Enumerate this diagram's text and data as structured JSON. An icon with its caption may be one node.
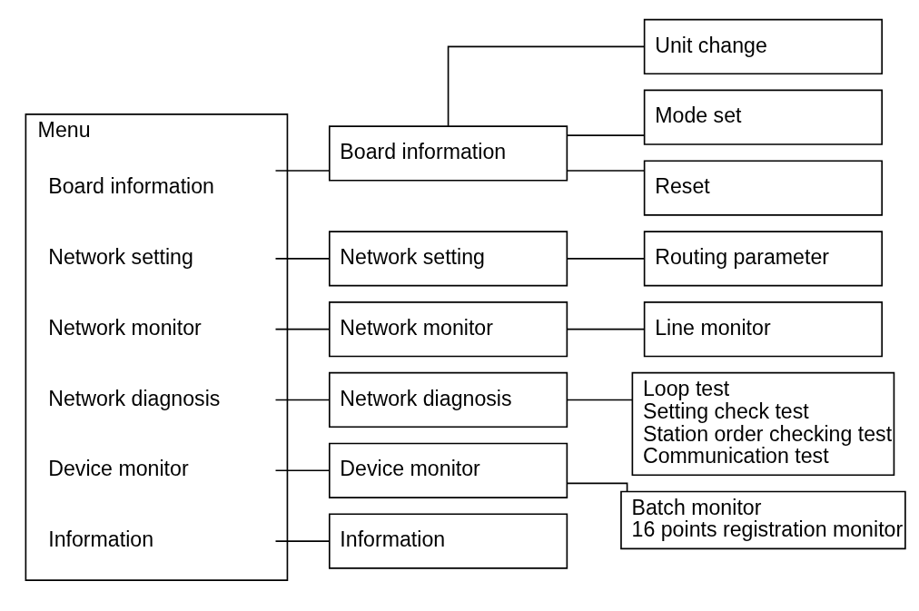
{
  "diagram": {
    "nodes": [
      {
        "text": [
          "Menu"
        ]
      },
      {
        "text": [
          "Board information"
        ],
        "in": 0
      },
      {
        "text": [
          "Network setting"
        ],
        "in": 0
      },
      {
        "text": [
          "Network monitor"
        ],
        "in": 0
      },
      {
        "text": [
          "Network diagnosis"
        ],
        "in": 0
      },
      {
        "text": [
          "Device monitor"
        ],
        "in": 0
      },
      {
        "text": [
          "Information"
        ],
        "in": 0
      },
      {
        "text": [
          "Board information"
        ]
      },
      {
        "text": [
          "Unit change"
        ]
      },
      {
        "text": [
          "Mode set"
        ]
      },
      {
        "text": [
          "Reset"
        ]
      },
      {
        "text": [
          "Network setting"
        ]
      },
      {
        "text": [
          "Routing parameter"
        ]
      },
      {
        "text": [
          "Network monitor"
        ]
      },
      {
        "text": [
          "Line monitor"
        ]
      },
      {
        "text": [
          "Network diagnosis"
        ]
      },
      {
        "text": [
          "Loop test",
          "Setting check test",
          "Station order checking test",
          "Communication test"
        ]
      },
      {
        "text": [
          "Device monitor"
        ]
      },
      {
        "text": [
          "Batch monitor",
          "16 points registration monitor"
        ]
      },
      {
        "text": [
          "Information"
        ]
      }
    ],
    "edges": [
      {
        "from": 1,
        "to": 7,
        "arrow": "none"
      },
      {
        "from": 7,
        "to": 8,
        "arrow": "none"
      },
      {
        "from": 7,
        "to": 9,
        "arrow": "none"
      },
      {
        "from": 7,
        "to": 10,
        "arrow": "none"
      },
      {
        "from": 2,
        "to": 11,
        "arrow": "none"
      },
      {
        "from": 11,
        "to": 12,
        "arrow": "none"
      },
      {
        "from": 3,
        "to": 13,
        "arrow": "none"
      },
      {
        "from": 13,
        "to": 14,
        "arrow": "none"
      },
      {
        "from": 4,
        "to": 15,
        "arrow": "none"
      },
      {
        "from": 15,
        "to": 16,
        "arrow": "none"
      },
      {
        "from": 5,
        "to": 17,
        "arrow": "none"
      },
      {
        "from": 17,
        "to": 18,
        "arrow": "none"
      },
      {
        "from": 6,
        "to": 19,
        "arrow": "none"
      }
    ]
  }
}
